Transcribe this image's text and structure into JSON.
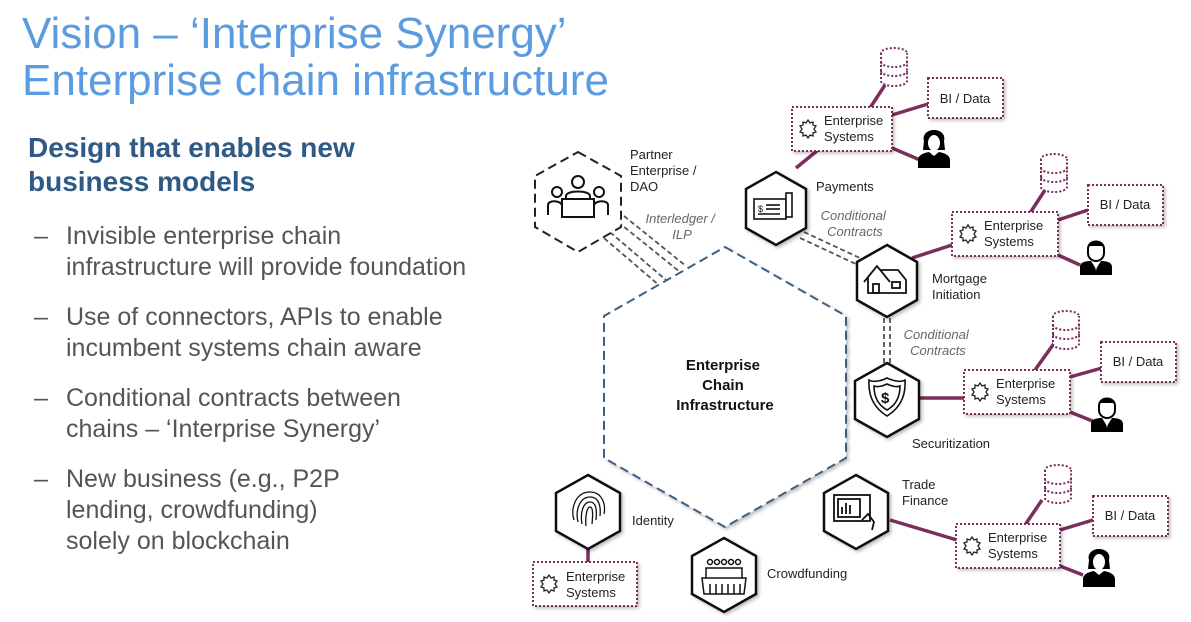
{
  "slide": {
    "title_lines": [
      "Vision – ‘Interprise Synergy’",
      "Enterprise chain infrastructure"
    ],
    "subheading": "Design that enables new business models",
    "bullets": [
      {
        "dash": "–",
        "text": "Invisible enterprise chain\ninfrastructure will provide foundation"
      },
      {
        "dash": "–",
        "text": "Use of connectors, APIs to enable\nincumbent systems chain aware"
      },
      {
        "dash": "–",
        "text": "Conditional contracts between\nchains – ‘Interprise Synergy’"
      },
      {
        "dash": "–",
        "text": "New business (e.g., P2P\nlending, crowdfunding)\nsolely on blockchain"
      }
    ]
  },
  "diagram": {
    "colors": {
      "title": "#5b9be0",
      "subheading": "#2e5a85",
      "connector": "#7b2d5c",
      "center_border": "#3f5f80",
      "node_border": "#111111"
    },
    "center": {
      "label_lines": [
        "Enterprise",
        "Chain",
        "Infrastructure"
      ]
    },
    "partner": {
      "label_lines": [
        "Partner",
        "Enterprise /",
        "DAO"
      ],
      "icon": "meeting-icon"
    },
    "interledger_label_lines": [
      "Interledger /",
      "ILP"
    ],
    "nodes": {
      "payments": {
        "label_lines": [
          "Payments"
        ],
        "icon": "check-pen-icon"
      },
      "mortgage": {
        "label_lines": [
          "Mortgage",
          "Initiation"
        ],
        "icon": "house-icon"
      },
      "securitization": {
        "label_lines": [
          "Securitization"
        ],
        "icon": "shield-dollar-icon"
      },
      "trade": {
        "label_lines": [
          "Trade",
          "Finance"
        ],
        "icon": "tablet-chart-icon"
      },
      "identity": {
        "label_lines": [
          "Identity"
        ],
        "icon": "fingerprint-icon"
      },
      "crowdfunding": {
        "label_lines": [
          "Crowdfunding"
        ],
        "icon": "crowd-icon"
      }
    },
    "conditional_contracts_lines": [
      "Conditional",
      "Contracts"
    ],
    "enterprise_systems_lines": [
      "Enterprise",
      "Systems"
    ],
    "bi_data_label": "BI / Data"
  }
}
